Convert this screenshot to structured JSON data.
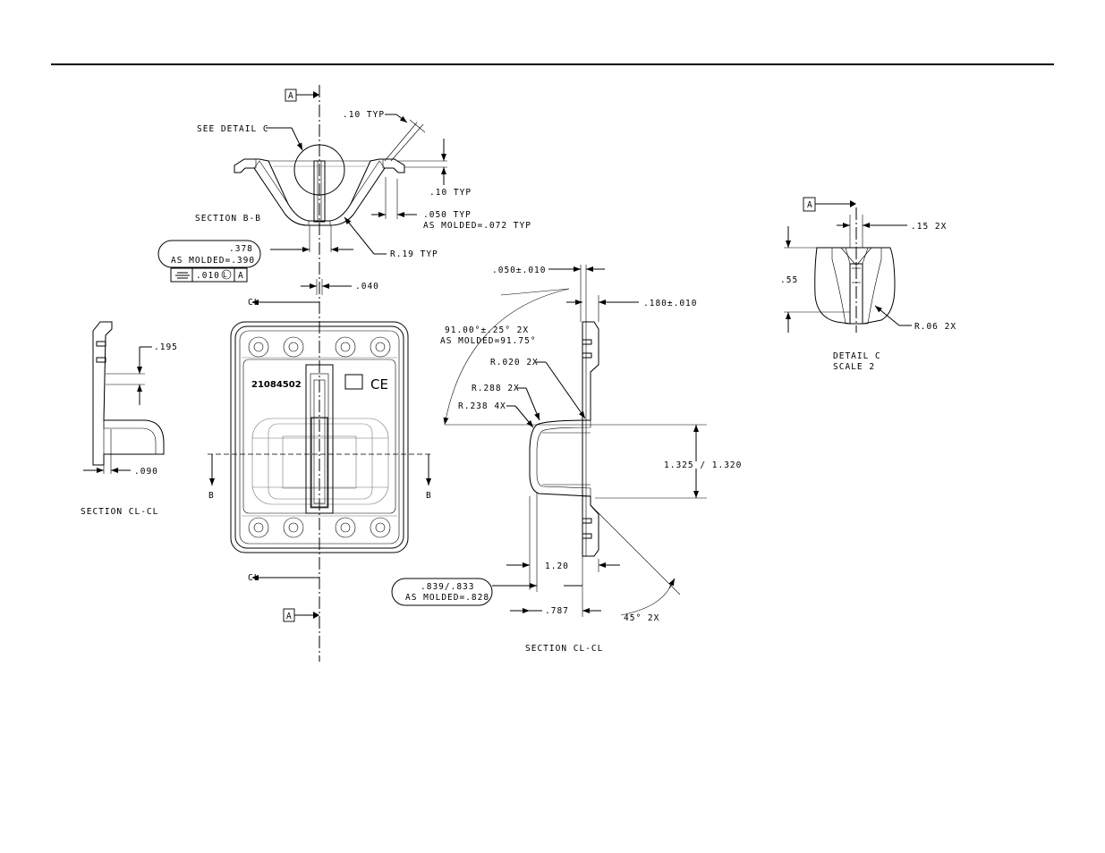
{
  "datum": "A",
  "section_bb": {
    "title": "SECTION B-B",
    "see_detail": "SEE DETAIL C",
    "dim_top_typ": ".10 TYP",
    "dim_side_typ": ".10 TYP",
    "dim_wall_typ": ".050 TYP",
    "dim_wall_molded": "AS MOLDED=.072 TYP",
    "dim_radius": "R.19 TYP",
    "dim_width": ".378",
    "dim_width_molded": "AS MOLDED=.390",
    "fcf_tolerance": ".010",
    "fcf_modifier": "L",
    "fcf_datum": "A"
  },
  "plan_view": {
    "cl_label_top": "CL",
    "cl_label_bottom": "CL",
    "dim_slot": ".040",
    "part_number": "21084502",
    "mark": "CE",
    "section_left": "B",
    "section_right": "B"
  },
  "section_cl_left": {
    "title": "SECTION CL-CL",
    "dim_height": ".195",
    "dim_wall": ".090"
  },
  "section_cl_right": {
    "title": "SECTION CL-CL",
    "dim_wall_tol": ".050±.010",
    "dim_flange_tol": ".180±.010",
    "dim_angle": "91.00°±.25° 2X",
    "dim_angle_molded": "AS MOLDED=91.75°",
    "dim_r020": "R.020 2X",
    "dim_r288": "R.288 2X",
    "dim_r238": "R.238 4X",
    "dim_bore": "1.325 / 1.320",
    "dim_depth": "1.20",
    "dim_od": ".839/.833",
    "dim_od_molded": "AS MOLDED=.828",
    "dim_787": ".787",
    "dim_45": "45° 2X"
  },
  "detail_c": {
    "title": "DETAIL C",
    "scale": "SCALE 2",
    "dim_width": ".15 2X",
    "dim_height": ".55",
    "dim_radius": "R.06 2X"
  }
}
